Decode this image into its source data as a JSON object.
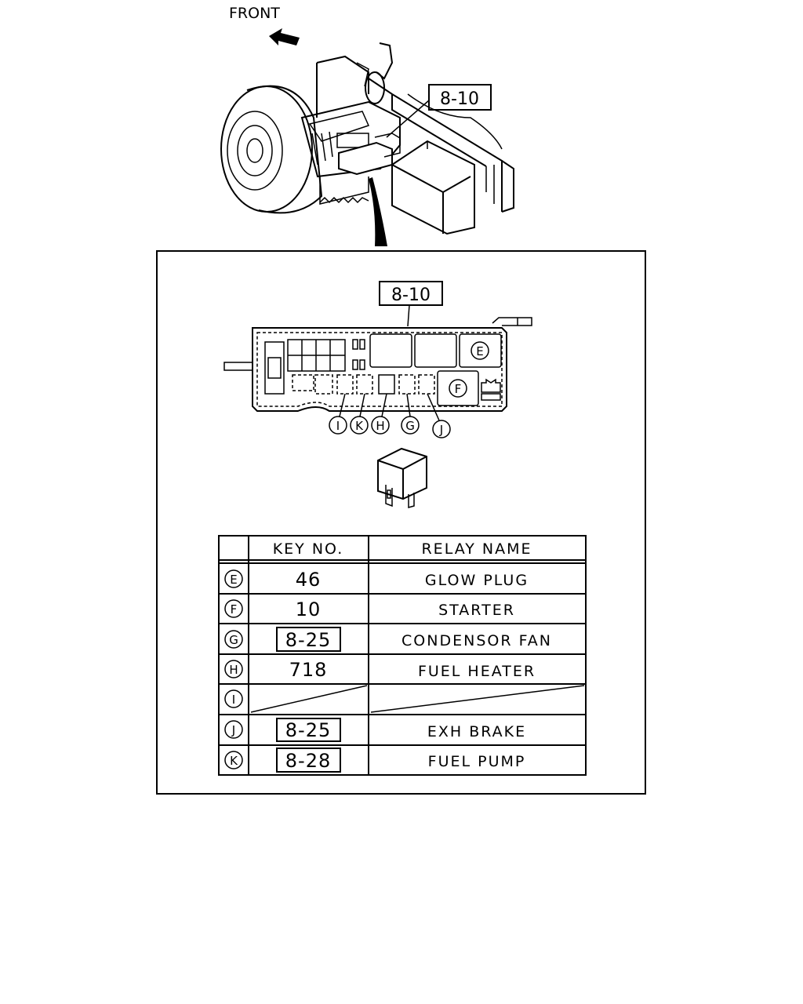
{
  "top_view": {
    "front_label": "FRONT",
    "callout": "8-10"
  },
  "detail_view": {
    "callout": "8-10",
    "relay_markers": {
      "E": "E",
      "F": "F",
      "I": "I",
      "K": "K",
      "H": "H",
      "G": "G",
      "J": "J"
    }
  },
  "table": {
    "headers": [
      "",
      "KEY NO.",
      "RELAY NAME"
    ],
    "rows": [
      {
        "marker": "E",
        "key": "46",
        "key_boxed": false,
        "name": "GLOW PLUG"
      },
      {
        "marker": "F",
        "key": "10",
        "key_boxed": false,
        "name": "STARTER"
      },
      {
        "marker": "G",
        "key": "8-25",
        "key_boxed": true,
        "name": "CONDENSOR FAN"
      },
      {
        "marker": "H",
        "key": "718",
        "key_boxed": false,
        "name": "FUEL HEATER"
      },
      {
        "marker": "I",
        "key": "",
        "key_boxed": false,
        "name": ""
      },
      {
        "marker": "J",
        "key": "8-25",
        "key_boxed": true,
        "name": "EXH BRAKE"
      },
      {
        "marker": "K",
        "key": "8-28",
        "key_boxed": true,
        "name": "FUEL PUMP"
      }
    ]
  }
}
